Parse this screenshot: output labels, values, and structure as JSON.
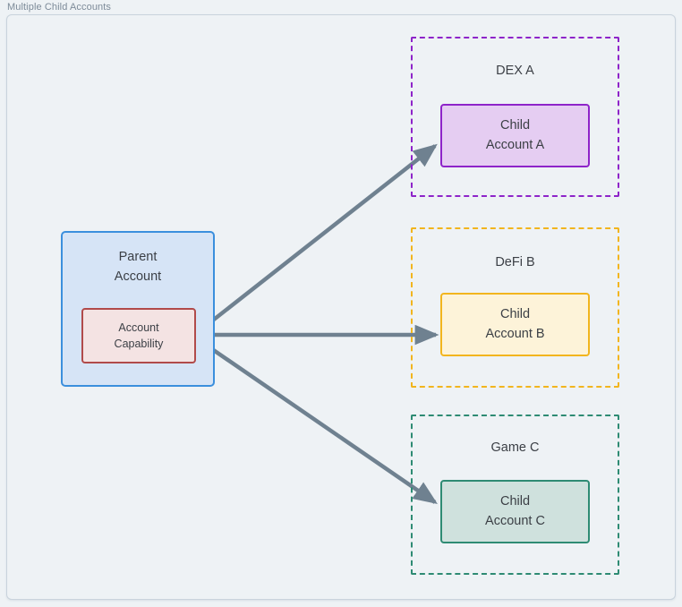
{
  "diagram": {
    "title": "Multiple Child Accounts",
    "colors": {
      "background": "#eef2f5",
      "frame_border": "#c9d3dc",
      "title_text": "#7d8b99",
      "node_text": "#3b3f45",
      "edge": "#6f8190",
      "parent_border": "#3b8fdd",
      "parent_fill": "#d6e4f6",
      "capability_border": "#b14a4a",
      "capability_fill": "#f4e3e3",
      "dex_a_accent": "#8e24c9",
      "dex_a_fill": "#e5cdf2",
      "defi_b_accent": "#f2b51e",
      "defi_b_fill": "#fdf3d9",
      "game_c_accent": "#2e8b73",
      "game_c_fill": "#cfe1dd"
    },
    "parent": {
      "label_line1": "Parent",
      "label_line2": "Account",
      "capability": {
        "label_line1": "Account",
        "label_line2": "Capability"
      }
    },
    "groups": [
      {
        "id": "dex-a",
        "label": "DEX A",
        "child": {
          "label_line1": "Child",
          "label_line2": "Account A"
        }
      },
      {
        "id": "defi-b",
        "label": "DeFi B",
        "child": {
          "label_line1": "Child",
          "label_line2": "Account B"
        }
      },
      {
        "id": "game-c",
        "label": "Game C",
        "child": {
          "label_line1": "Child",
          "label_line2": "Account C"
        }
      }
    ],
    "edges": [
      {
        "id": "capability-to-child-a",
        "from": "account-capability",
        "to": "child-account-a"
      },
      {
        "id": "capability-to-child-b",
        "from": "account-capability",
        "to": "child-account-b"
      },
      {
        "id": "capability-to-child-c",
        "from": "account-capability",
        "to": "child-account-c"
      }
    ]
  }
}
